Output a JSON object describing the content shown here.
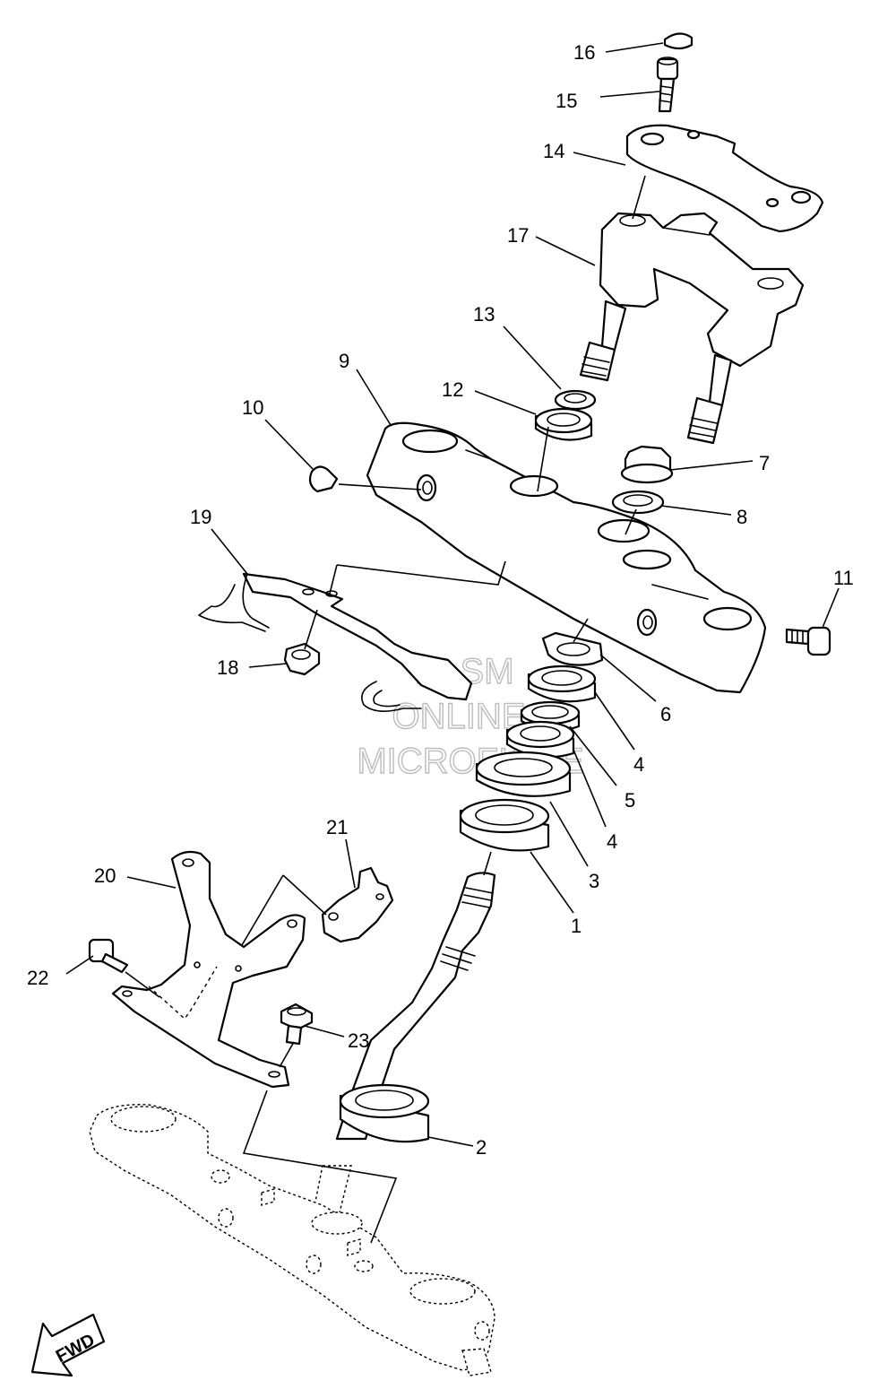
{
  "diagram": {
    "callouts": [
      {
        "id": "c1",
        "label": "1"
      },
      {
        "id": "c2",
        "label": "2"
      },
      {
        "id": "c3",
        "label": "3"
      },
      {
        "id": "c4a",
        "label": "4"
      },
      {
        "id": "c4b",
        "label": "4"
      },
      {
        "id": "c5",
        "label": "5"
      },
      {
        "id": "c6",
        "label": "6"
      },
      {
        "id": "c7",
        "label": "7"
      },
      {
        "id": "c8",
        "label": "8"
      },
      {
        "id": "c9",
        "label": "9"
      },
      {
        "id": "c10",
        "label": "10"
      },
      {
        "id": "c11",
        "label": "11"
      },
      {
        "id": "c12",
        "label": "12"
      },
      {
        "id": "c13",
        "label": "13"
      },
      {
        "id": "c14",
        "label": "14"
      },
      {
        "id": "c15",
        "label": "15"
      },
      {
        "id": "c16",
        "label": "16"
      },
      {
        "id": "c17",
        "label": "17"
      },
      {
        "id": "c18",
        "label": "18"
      },
      {
        "id": "c19",
        "label": "19"
      },
      {
        "id": "c20",
        "label": "20"
      },
      {
        "id": "c21",
        "label": "21"
      },
      {
        "id": "c22",
        "label": "22"
      },
      {
        "id": "c23",
        "label": "23"
      }
    ],
    "watermark": [
      "HLSM",
      "ONLINE",
      "MICROFICHE"
    ],
    "direction_label": "FWD"
  }
}
